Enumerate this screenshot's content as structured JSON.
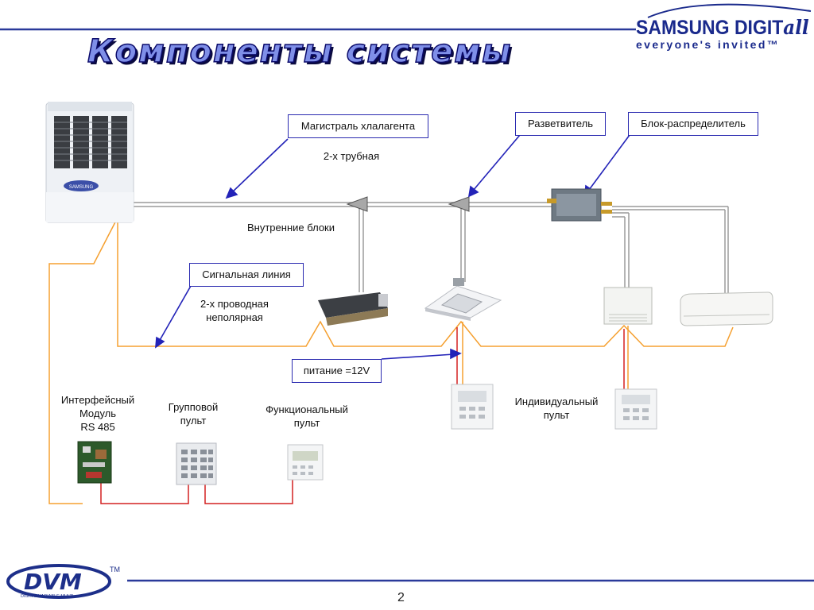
{
  "slide": {
    "title": "Компоненты системы",
    "page_number": "2"
  },
  "brand": {
    "samsung": "SAMSUNG DIGIT",
    "samsung_suffix": "all",
    "tagline": "everyone's invited™",
    "outdoor_unit_label": "SAMSUNG",
    "dvm_mark": "DVM",
    "dvm_tm": "TM",
    "dvm_sub": "DIGITAL VARIABLE MULTI"
  },
  "callouts": {
    "refrigerant_main": "Магистраль хлалагента",
    "splitter": "Разветвитель",
    "distribution_unit": "Блок-распределитель",
    "signal_line": "Сигнальная линия",
    "power": "питание =12V"
  },
  "labels": {
    "two_pipe": "2-х трубная",
    "indoor_units": "Внутренние блоки",
    "two_wire": "2-х проводная\nнеполярная",
    "interface_module": "Интерфейсный\nМодуль\nRS 485",
    "group_controller": "Групповой\nпульт",
    "function_controller": "Функциональный\nпульт",
    "individual_controller": "Индивидуальный\nпульт"
  },
  "colors": {
    "accent_blue": "#2323b8",
    "signal_orange": "#f5a030",
    "control_red": "#d42020",
    "pipe_gray": "#9a9a9a"
  }
}
